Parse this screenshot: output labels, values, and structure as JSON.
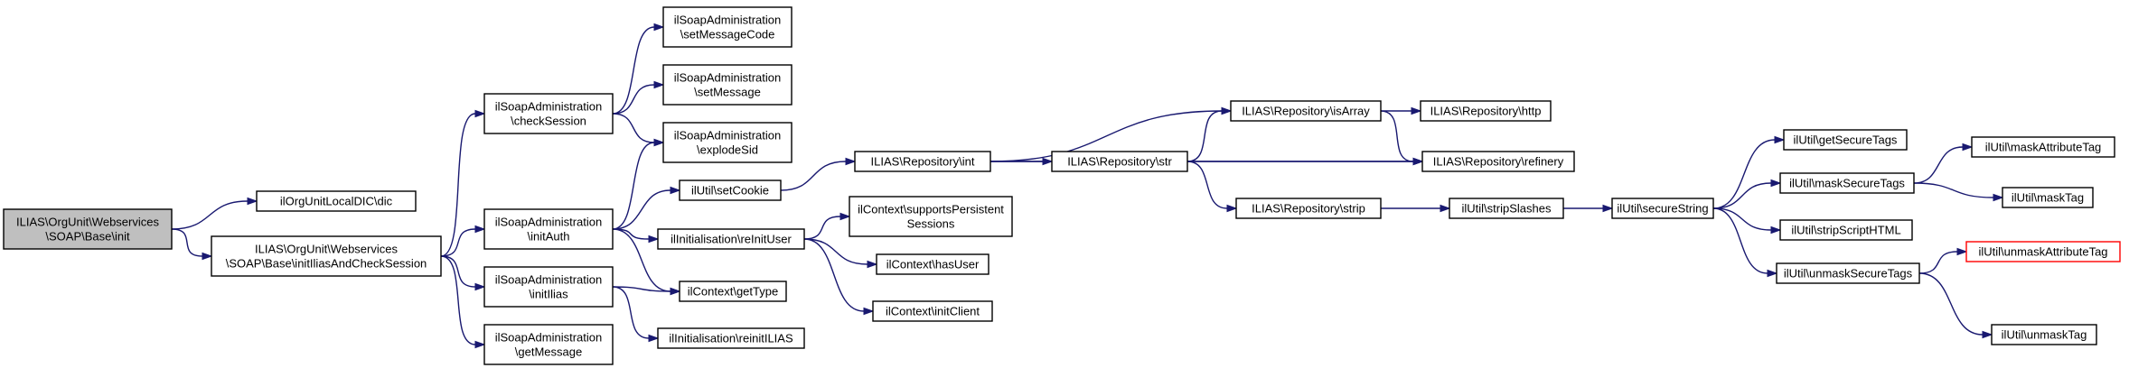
{
  "diagram": {
    "nodes": [
      {
        "id": "root",
        "lines": [
          "ILIAS\\OrgUnit\\Webservices",
          "\\SOAP\\Base\\init"
        ],
        "style": "root"
      },
      {
        "id": "localdic",
        "lines": [
          "ilOrgUnitLocalDIC\\dic"
        ]
      },
      {
        "id": "initilias_cs",
        "lines": [
          "ILIAS\\OrgUnit\\Webservices",
          "\\SOAP\\Base\\initIliasAndCheckSession"
        ]
      },
      {
        "id": "checksession",
        "lines": [
          "ilSoapAdministration",
          "\\checkSession"
        ]
      },
      {
        "id": "initauth",
        "lines": [
          "ilSoapAdministration",
          "\\initAuth"
        ]
      },
      {
        "id": "initilias",
        "lines": [
          "ilSoapAdministration",
          "\\initIlias"
        ]
      },
      {
        "id": "getmessage",
        "lines": [
          "ilSoapAdministration",
          "\\getMessage"
        ]
      },
      {
        "id": "setmessagecode",
        "lines": [
          "ilSoapAdministration",
          "\\setMessageCode"
        ]
      },
      {
        "id": "setmessage",
        "lines": [
          "ilSoapAdministration",
          "\\setMessage"
        ]
      },
      {
        "id": "explodesid",
        "lines": [
          "ilSoapAdministration",
          "\\explodeSid"
        ]
      },
      {
        "id": "setcookie",
        "lines": [
          "ilUtil\\setCookie"
        ]
      },
      {
        "id": "reinituser",
        "lines": [
          "ilInitialisation\\reInitUser"
        ]
      },
      {
        "id": "gettype",
        "lines": [
          "ilContext\\getType"
        ]
      },
      {
        "id": "reinitilias",
        "lines": [
          "ilInitialisation\\reinitILIAS"
        ]
      },
      {
        "id": "supportspersistent",
        "lines": [
          "ilContext\\supportsPersistent",
          "Sessions"
        ]
      },
      {
        "id": "hasuser",
        "lines": [
          "ilContext\\hasUser"
        ]
      },
      {
        "id": "initclient",
        "lines": [
          "ilContext\\initClient"
        ]
      },
      {
        "id": "repo_int",
        "lines": [
          "ILIAS\\Repository\\int"
        ]
      },
      {
        "id": "repo_str",
        "lines": [
          "ILIAS\\Repository\\str"
        ]
      },
      {
        "id": "repo_isarray",
        "lines": [
          "ILIAS\\Repository\\isArray"
        ]
      },
      {
        "id": "repo_strip",
        "lines": [
          "ILIAS\\Repository\\strip"
        ]
      },
      {
        "id": "repo_http",
        "lines": [
          "ILIAS\\Repository\\http"
        ]
      },
      {
        "id": "repo_refinery",
        "lines": [
          "ILIAS\\Repository\\refinery"
        ]
      },
      {
        "id": "stripslashes",
        "lines": [
          "ilUtil\\stripSlashes"
        ]
      },
      {
        "id": "securestring",
        "lines": [
          "ilUtil\\secureString"
        ]
      },
      {
        "id": "getsecuretags",
        "lines": [
          "ilUtil\\getSecureTags"
        ]
      },
      {
        "id": "masksecuretags",
        "lines": [
          "ilUtil\\maskSecureTags"
        ]
      },
      {
        "id": "stripscripthtml",
        "lines": [
          "ilUtil\\stripScriptHTML"
        ]
      },
      {
        "id": "unmasksecuretags",
        "lines": [
          "ilUtil\\unmaskSecureTags"
        ]
      },
      {
        "id": "maskattributetag",
        "lines": [
          "ilUtil\\maskAttributeTag"
        ]
      },
      {
        "id": "masktag",
        "lines": [
          "ilUtil\\maskTag"
        ]
      },
      {
        "id": "unmaskattributetag",
        "lines": [
          "ilUtil\\unmaskAttributeTag"
        ],
        "style": "red"
      },
      {
        "id": "unmasktag",
        "lines": [
          "ilUtil\\unmaskTag"
        ]
      }
    ],
    "edges": [
      {
        "from": "root",
        "to": "localdic"
      },
      {
        "from": "root",
        "to": "initilias_cs"
      },
      {
        "from": "initilias_cs",
        "to": "checksession"
      },
      {
        "from": "initilias_cs",
        "to": "initauth"
      },
      {
        "from": "initilias_cs",
        "to": "initilias"
      },
      {
        "from": "initilias_cs",
        "to": "getmessage"
      },
      {
        "from": "checksession",
        "to": "setmessagecode"
      },
      {
        "from": "checksession",
        "to": "setmessage"
      },
      {
        "from": "checksession",
        "to": "explodesid"
      },
      {
        "from": "initauth",
        "to": "explodesid"
      },
      {
        "from": "initauth",
        "to": "setcookie"
      },
      {
        "from": "initauth",
        "to": "reinituser"
      },
      {
        "from": "initauth",
        "to": "gettype"
      },
      {
        "from": "initilias",
        "to": "gettype"
      },
      {
        "from": "initilias",
        "to": "reinitilias"
      },
      {
        "from": "setcookie",
        "to": "repo_int"
      },
      {
        "from": "reinituser",
        "to": "supportspersistent"
      },
      {
        "from": "reinituser",
        "to": "hasuser"
      },
      {
        "from": "reinituser",
        "to": "initclient"
      },
      {
        "from": "repo_int",
        "to": "repo_isarray"
      },
      {
        "from": "repo_int",
        "to": "repo_str"
      },
      {
        "from": "repo_int",
        "to": "repo_refinery"
      },
      {
        "from": "repo_str",
        "to": "repo_isarray"
      },
      {
        "from": "repo_str",
        "to": "repo_refinery"
      },
      {
        "from": "repo_str",
        "to": "repo_strip"
      },
      {
        "from": "repo_isarray",
        "to": "repo_http"
      },
      {
        "from": "repo_isarray",
        "to": "repo_refinery"
      },
      {
        "from": "repo_strip",
        "to": "stripslashes"
      },
      {
        "from": "stripslashes",
        "to": "securestring"
      },
      {
        "from": "securestring",
        "to": "getsecuretags"
      },
      {
        "from": "securestring",
        "to": "masksecuretags"
      },
      {
        "from": "securestring",
        "to": "stripscripthtml"
      },
      {
        "from": "securestring",
        "to": "unmasksecuretags"
      },
      {
        "from": "masksecuretags",
        "to": "maskattributetag"
      },
      {
        "from": "masksecuretags",
        "to": "masktag"
      },
      {
        "from": "unmasksecuretags",
        "to": "unmaskattributetag"
      },
      {
        "from": "unmasksecuretags",
        "to": "unmasktag"
      }
    ],
    "colors": {
      "edge": "#191970",
      "root_fill": "#bfbfbf",
      "highlight_border": "#ff0000"
    }
  }
}
